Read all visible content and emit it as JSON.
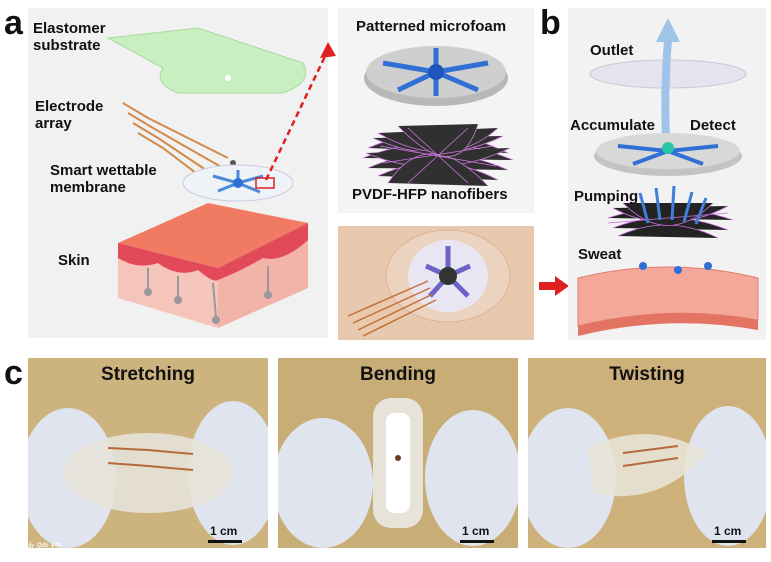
{
  "panels": {
    "a": {
      "letter": "a",
      "labels": {
        "elastomer": "Elastomer\nsubstrate",
        "electrode": "Electrode\narray",
        "membrane": "Smart wettable\nmembrane",
        "skin": "Skin",
        "microfoam": "Patterned microfoam",
        "nanofibers": "PVDF-HFP nanofibers"
      }
    },
    "b": {
      "letter": "b",
      "labels": {
        "outlet": "Outlet",
        "accumulate": "Accumulate",
        "detect": "Detect",
        "pumping": "Pumping",
        "sweat": "Sweat"
      }
    },
    "c": {
      "letter": "c",
      "photos": [
        {
          "label": "Stretching",
          "scale": "1 cm"
        },
        {
          "label": "Bending",
          "scale": "1 cm"
        },
        {
          "label": "Twisting",
          "scale": "1 cm"
        }
      ]
    }
  },
  "watermark": "大数跨境",
  "colors": {
    "elastomer": "#c8efc0",
    "skin_top": "#f07a62",
    "skin_side": "#f5b8ae",
    "electrode": "#d08a4a",
    "foam_blue": "#2f6fd6",
    "fiber_purple": "#c45ad8",
    "arrow_red": "#e02020",
    "glove": "#dfe4ee",
    "photo_bg": "#c9b07a"
  }
}
